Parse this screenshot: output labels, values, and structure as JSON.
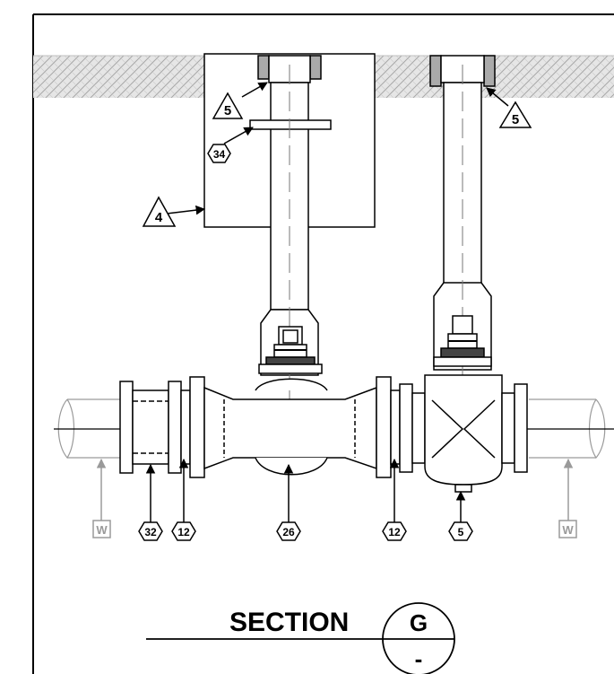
{
  "drawing": {
    "section_title": "SECTION",
    "section_letter": "G",
    "section_sheet": "-",
    "callouts": {
      "triangle_5_left": "5",
      "triangle_5_right": "5",
      "triangle_4": "4",
      "hex_34": "34",
      "hex_32": "32",
      "hex_12_left": "12",
      "hex_26": "26",
      "hex_12_right": "12",
      "hex_5": "5",
      "box_w_left": "W",
      "box_w_right": "W"
    }
  }
}
